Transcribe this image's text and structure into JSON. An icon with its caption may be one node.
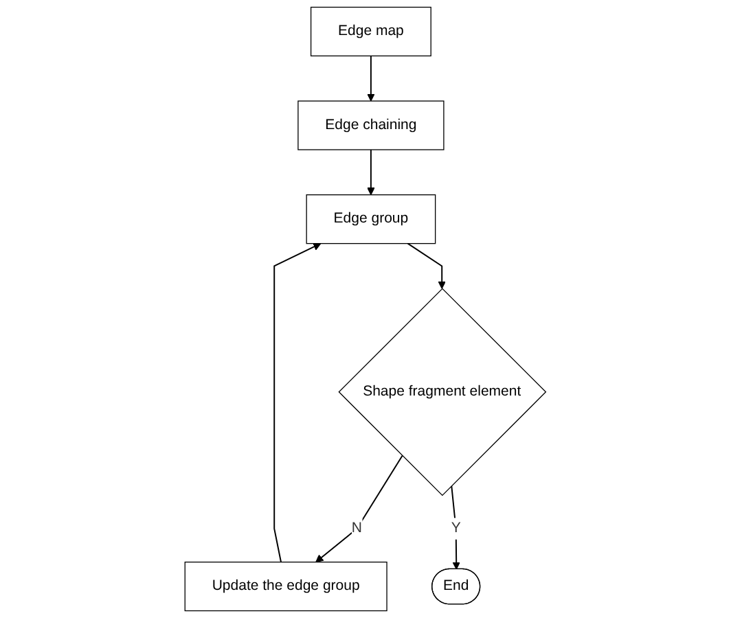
{
  "diagram": {
    "nodes": [
      {
        "text": [
          "Edge map"
        ]
      },
      {
        "text": [
          "Edge chaining"
        ]
      },
      {
        "text": [
          "Edge group"
        ]
      },
      {
        "text": [
          "Shape fragment element"
        ]
      },
      {
        "text": [
          "Update the edge group"
        ]
      },
      {
        "text": [
          "End"
        ]
      }
    ],
    "edges": [
      {
        "from": 0,
        "to": 1,
        "arrow": "to"
      },
      {
        "from": 1,
        "to": 2,
        "arrow": "to"
      },
      {
        "from": 2,
        "to": 3,
        "arrow": "to"
      },
      {
        "from": 3,
        "to": 4,
        "label": "N",
        "arrow": "to"
      },
      {
        "from": 4,
        "to": 2,
        "arrow": "to"
      },
      {
        "from": 3,
        "to": 5,
        "label": "Y",
        "arrow": "to"
      }
    ]
  }
}
